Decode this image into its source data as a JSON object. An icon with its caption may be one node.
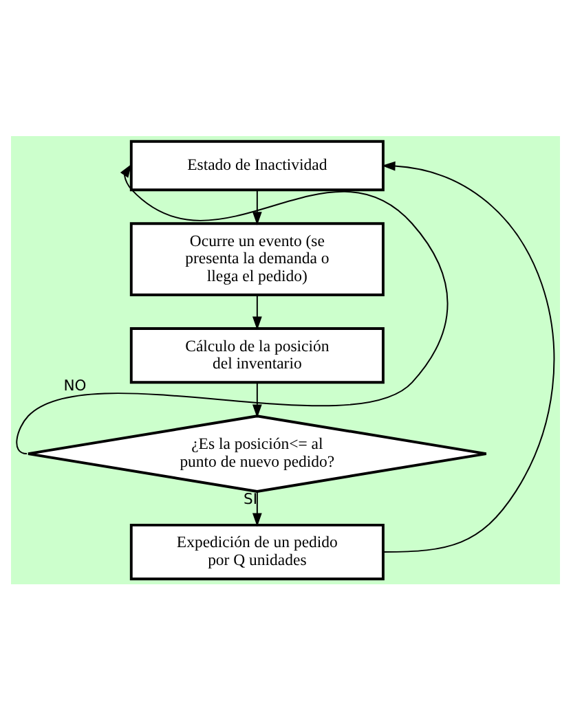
{
  "diagram": {
    "nodes": [
      {
        "text": [
          "Estado de Inactividad"
        ]
      },
      {
        "text": [
          "Ocurre un evento (se presenta la demanda o llega el pedido)"
        ]
      },
      {
        "text": [
          "Cálculo de la posición del inventario"
        ]
      },
      {
        "text": [
          "¿Es la posición<= al punto de nuevo pedido?"
        ]
      },
      {
        "text": [
          "Expedición de un pedido por Q unidades"
        ]
      }
    ],
    "edges": [
      {
        "from": 0,
        "to": 1,
        "arrow": "to"
      },
      {
        "from": 1,
        "to": 2,
        "arrow": "to"
      },
      {
        "from": 2,
        "to": 3,
        "arrow": "to"
      },
      {
        "from": 3,
        "to": 4,
        "arrow": "to",
        "label": "SI"
      },
      {
        "from": 3,
        "to": 0,
        "arrow": "to",
        "label": "NO"
      },
      {
        "from": 4,
        "to": 0,
        "arrow": "to"
      }
    ]
  }
}
